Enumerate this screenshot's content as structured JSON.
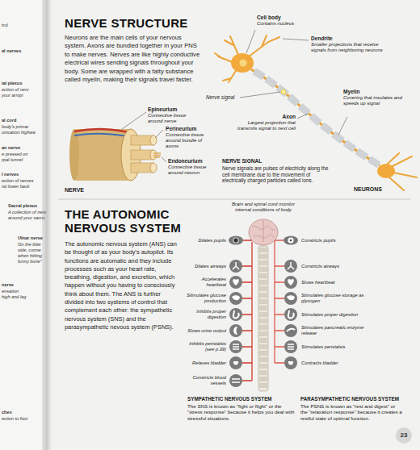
{
  "diagram": {
    "title": "NERVE STRUCTURE",
    "labels": [
      "trol",
      "al nerves",
      "ial plexus",
      "ection of nerv",
      "your armpi",
      "al cord",
      "body's primar",
      "unication highwa",
      "an nerve",
      "e pressed on",
      "rpal tunnel",
      "l nerves",
      "ection of nerves",
      "nd lower back",
      "Sacral plexus",
      "A collection of nerv",
      "around your sacru",
      "Ulnar nerve",
      "On the little",
      "side, conne",
      "when hitting",
      "funny bone\"",
      "nerve",
      "ensation",
      "high and leg",
      "ches",
      "ection to foot",
      "Neurons are the main cells of your nervous system. Axons are bundled together in your PNS to make nerves. Nerves are like highly conductive electrical wires sending signals throughout your body. Some are wrapped with a fatty substance called myelin, making their signals travel faster.",
      "Epineurium",
      "Connective tissue around nerve",
      "Perineurium",
      "Connective tissue around bundle of axons",
      "Endoneurium",
      "Connective tissue around neuron",
      "NERVE",
      "Cell body",
      "Contains nucleus",
      "Dendrite",
      "Smaller projections that receive signals from neighboring neurons",
      "Myelin",
      "Covering that insulates and speeds up signal",
      "Nerve signal",
      "Axon",
      "Largest projection that transmits signal to next cell",
      "NERVE SIGNAL",
      "Nerve signals are pulses of electricity along the cell membrane due to the movement of electrically charged particles called ions.",
      "NEURONS",
      "THE AUTONOMIC NERVOUS SYSTEM",
      "The autonomic nervous system (ANS) can be thought of as your body's autopilot. Its functions are automatic and they include processes such as your heart rate, breathing, digestion, and excretion, which happen without you having to consciously think about them. The ANS is further divided into two systems of control that complement each other: the sympathetic nervous system (SNS) and the parasympathetic nevous system (PSNS).",
      "Brain and spinal cord monitor internal conditions of body",
      "Dilates pupils",
      "Dilates airways",
      "Accelerates heartbeat",
      "Stimulates glucose production",
      "Inhibits proper digestion",
      "Slows urine output",
      "Inhibits peristalsis (see p.39)",
      "Relaxes bladder",
      "Constricts blood vessels",
      "Constricts pupils",
      "Constricts airways",
      "Slows heartbeat",
      "Stimulates glucose storage as glycogen",
      "Stimulates proper digestion",
      "Stimulates pancreatic enzyme release",
      "Stimulates peristalsis",
      "Contracts bladder",
      "SYMPATHETIC NERVOUS SYSTEM",
      "The SNS is known as \"fight or flight\" or the \"stress response\" because it helps you deal with stressful situations.",
      "PARASYMPATHETIC NERVOUS SYSTEM",
      "The PSNS is known as \"rest and digest\" or the \"relaxation response\" because it creates a restful state of optimal function.",
      "23"
    ]
  }
}
